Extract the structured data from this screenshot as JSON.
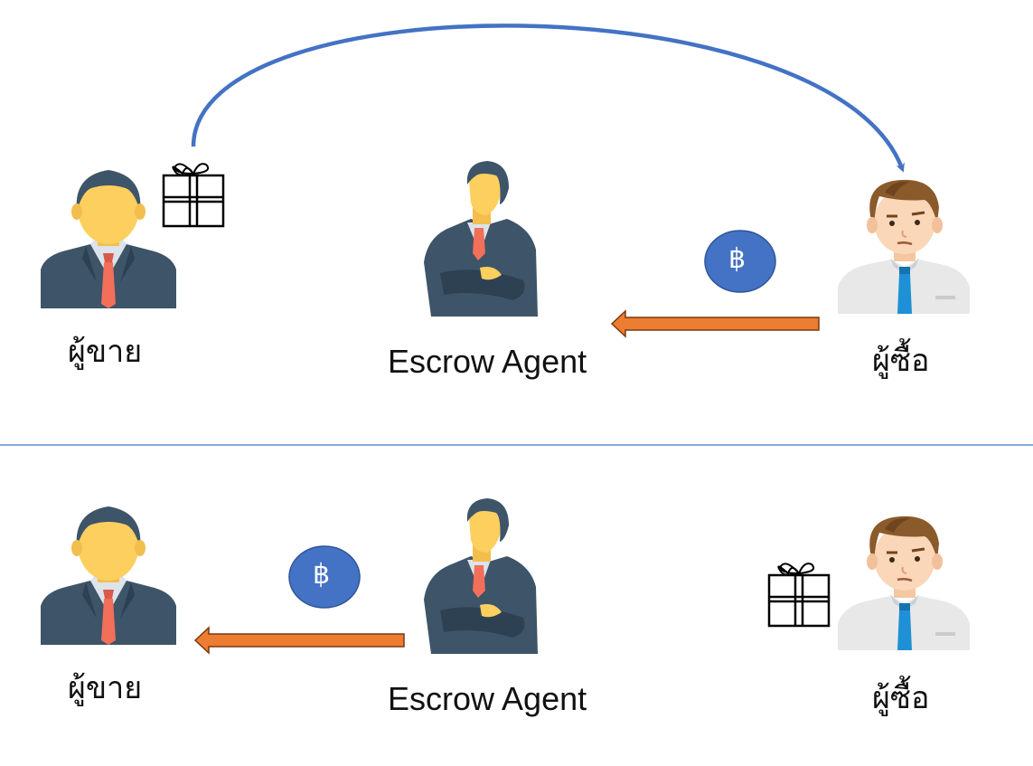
{
  "panel_top": {
    "seller": {
      "label": "ผู้ขาย",
      "icon": "seller-person-icon"
    },
    "agent": {
      "label": "Escrow Agent",
      "icon": "escrow-agent-icon"
    },
    "buyer": {
      "label": "ผู้ซื้อ",
      "icon": "buyer-person-icon"
    },
    "gift": {
      "icon": "gift-box-icon"
    },
    "coin": {
      "symbol": "฿",
      "icon": "baht-coin-icon"
    },
    "goods_arrow": {
      "from": "seller",
      "to": "buyer",
      "color": "#4472C4"
    },
    "money_arrow": {
      "from": "buyer",
      "to": "agent",
      "color": "#ED7D31"
    }
  },
  "panel_bottom": {
    "seller": {
      "label": "ผู้ขาย",
      "icon": "seller-person-icon"
    },
    "agent": {
      "label": "Escrow Agent",
      "icon": "escrow-agent-icon"
    },
    "buyer": {
      "label": "ผู้ซื้อ",
      "icon": "buyer-person-icon"
    },
    "gift": {
      "icon": "gift-box-icon"
    },
    "coin": {
      "symbol": "฿",
      "icon": "baht-coin-icon"
    },
    "money_arrow": {
      "from": "agent",
      "to": "seller",
      "color": "#ED7D31"
    }
  },
  "divider": {
    "color": "#4472C4"
  },
  "colors": {
    "suit_dark": "#3E5468",
    "skin": "#FDCF5F",
    "hair": "#3E5468",
    "tie_red": "#F26F5A",
    "buyer_hair": "#8B5A2B",
    "buyer_shirt": "#E8E8E8",
    "buyer_tie": "#1E90D6",
    "coin_fill": "#4472C4"
  }
}
